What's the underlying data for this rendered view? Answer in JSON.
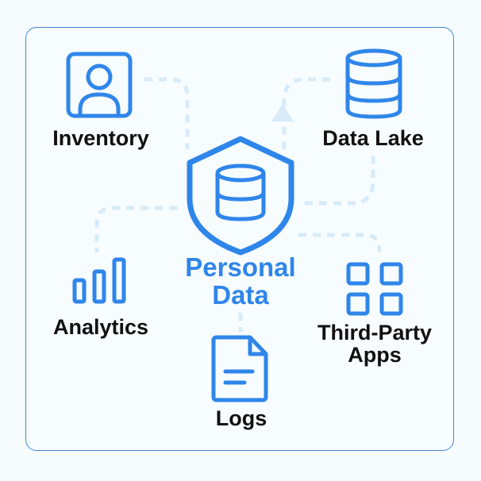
{
  "colors": {
    "accent": "#2f86ea",
    "connector": "#d7ebf8",
    "card_border": "#3f86dd",
    "text": "#111111",
    "background": "#f6fbfe"
  },
  "center": {
    "icon": "shield-database-icon",
    "line1": "Personal",
    "line2": "Data"
  },
  "nodes": {
    "inventory": {
      "icon": "user-profile-icon",
      "label": "Inventory"
    },
    "data_lake": {
      "icon": "database-icon",
      "label": "Data Lake"
    },
    "analytics": {
      "icon": "bar-chart-icon",
      "label": "Analytics"
    },
    "third_party": {
      "icon": "app-grid-icon",
      "line1": "Third-Party",
      "line2": "Apps"
    },
    "logs": {
      "icon": "document-icon",
      "label": "Logs"
    }
  }
}
